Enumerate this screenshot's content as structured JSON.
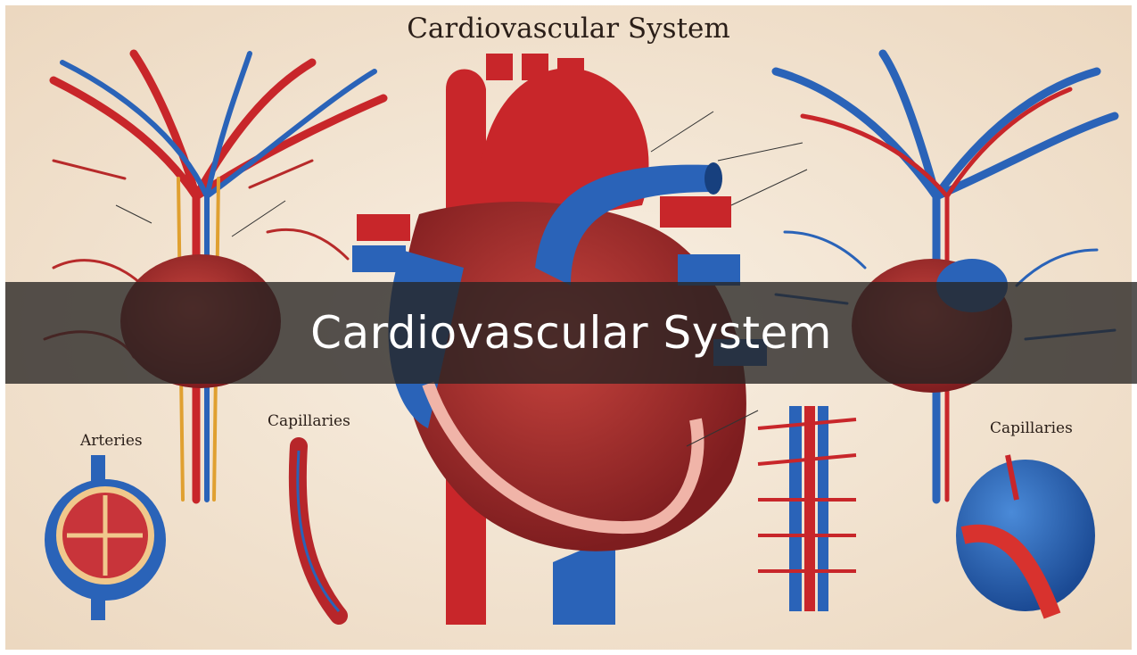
{
  "illustration": {
    "title": "Cardiovascular System",
    "labels": {
      "arteries": "Arteries",
      "capillaries_left": "Capillaries",
      "capillaries_right": "Capillaries"
    },
    "colors": {
      "background": "#f2e4d2",
      "artery_red": "#c8262a",
      "vein_blue": "#2a63b8",
      "heart_dark": "#9a2a2a"
    }
  },
  "banner": {
    "caption": "Cardiovascular System"
  }
}
